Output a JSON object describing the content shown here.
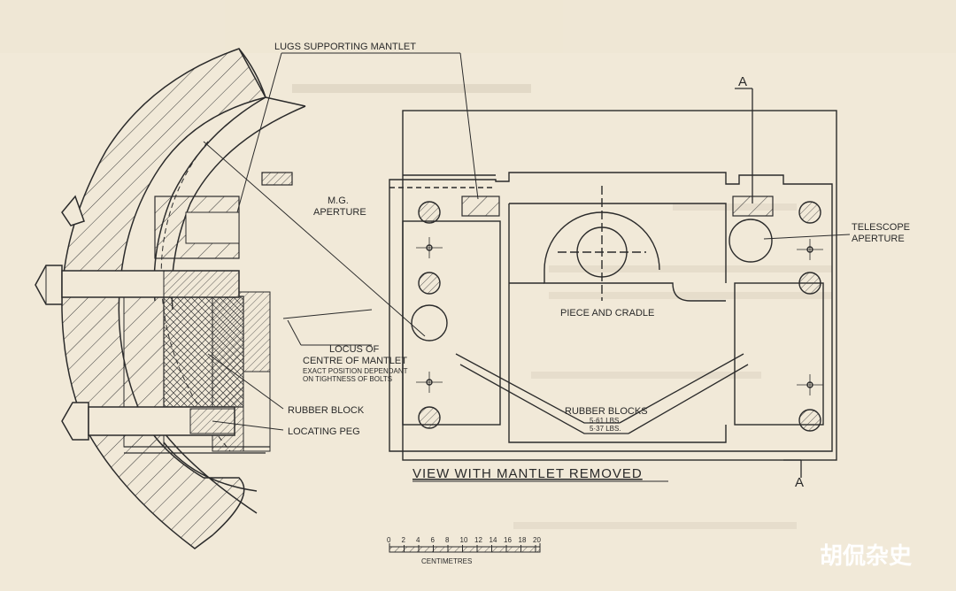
{
  "labels": {
    "lugs": "LUGS SUPPORTING MANTLET",
    "mg1": "M.G.",
    "mg2": "APERTURE",
    "locus1": "LOCUS OF",
    "locus2": "CENTRE OF MANTLET",
    "locus3": "EXACT POSITION DEPENDANT",
    "locus4": "ON TIGHTNESS OF BOLTS",
    "rubber_block": "RUBBER BLOCK",
    "locating_peg": "LOCATING PEG",
    "telescope1": "TELESCOPE",
    "telescope2": "APERTURE",
    "piece": "PIECE AND CRADLE",
    "rubber_blocks": "RUBBER BLOCKS",
    "lbs1": "5·61 LBS.",
    "lbs2": "5·37 LBS.",
    "view_title": "VIEW WITH MANTLET REMOVED",
    "section_a": "A",
    "section_a2": "A"
  },
  "scale": {
    "ticks": [
      "0",
      "2",
      "4",
      "6",
      "8",
      "10",
      "12",
      "14",
      "16",
      "18",
      "20"
    ],
    "unit": "CENTIMETRES"
  },
  "watermark": "胡侃杂史",
  "colors": {
    "paper": "#f1e9d8",
    "ink": "#2b2b2b"
  }
}
